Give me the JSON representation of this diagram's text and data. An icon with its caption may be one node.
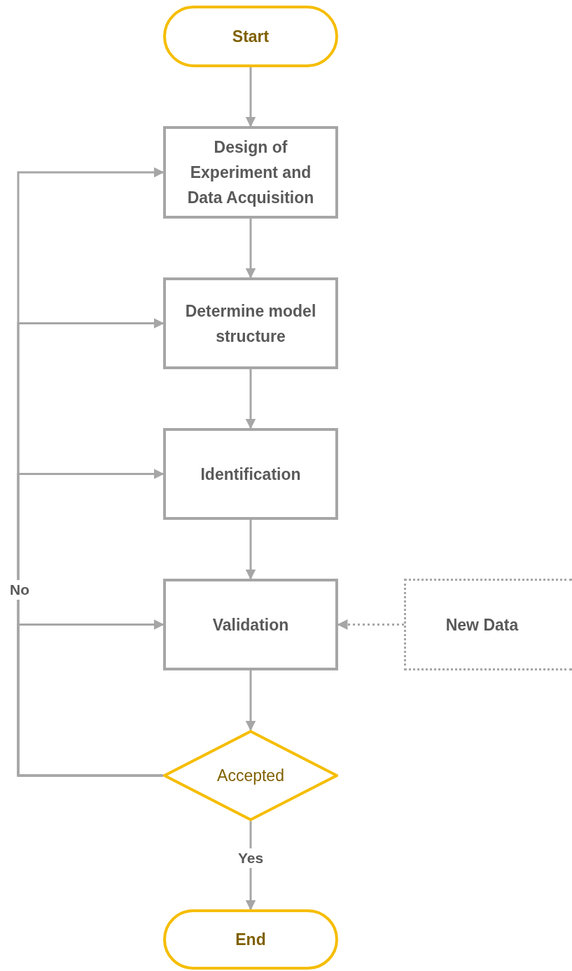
{
  "diagram": {
    "nodes": [
      {
        "text": [
          "Start"
        ]
      },
      {
        "text": [
          "Design of Experiment and Data Acquisition"
        ]
      },
      {
        "text": [
          "Determine model structure"
        ]
      },
      {
        "text": [
          "Identification"
        ]
      },
      {
        "text": [
          "Validation"
        ]
      },
      {
        "text": [
          "New Data"
        ]
      },
      {
        "text": [
          "Accepted"
        ]
      },
      {
        "text": [
          "End"
        ]
      }
    ],
    "edges": [
      {
        "from": 0,
        "to": 1,
        "arrow": "to"
      },
      {
        "from": 1,
        "to": 2,
        "arrow": "to"
      },
      {
        "from": 2,
        "to": 3,
        "arrow": "to"
      },
      {
        "from": 3,
        "to": 4,
        "arrow": "to"
      },
      {
        "from": 4,
        "to": 6,
        "arrow": "to"
      },
      {
        "from": 5,
        "to": 4,
        "arrow": "to",
        "style": "dashed"
      },
      {
        "from": 6,
        "to": 7,
        "arrow": "to",
        "label": "Yes"
      },
      {
        "from": 6,
        "to": 1,
        "arrow": "to",
        "label": "No"
      },
      {
        "from": 6,
        "to": 2,
        "arrow": "to"
      },
      {
        "from": 6,
        "to": 3,
        "arrow": "to"
      },
      {
        "from": 6,
        "to": 4,
        "arrow": "to"
      }
    ]
  }
}
